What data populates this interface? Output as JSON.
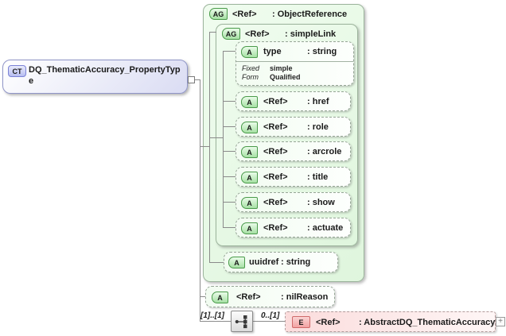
{
  "colors": {
    "group_fill": "#e3f8e2",
    "group_border": "#9cb49c",
    "attr_dashed_border": "#97a697",
    "badge_green_border": "#4a9a4a",
    "badge_purple_border": "#7b82d6",
    "badge_red_border": "#cf6a6a",
    "complex_type_fill": "#dadcf3",
    "element_fill": "#fbdcdc",
    "line": "#8a8a8a"
  },
  "complex_type": {
    "badge": "CT",
    "name": "DQ_ThematicAccuracy_PropertyType"
  },
  "object_reference": {
    "badge": "AG",
    "ref": "<Ref>",
    "type_label": ": ObjectReference",
    "simple_link": {
      "badge": "AG",
      "ref": "<Ref>",
      "type_label": ": simpleLink",
      "attributes": [
        {
          "badge": "A",
          "name": "type",
          "type_label": ": string",
          "facets": [
            {
              "label": "Fixed",
              "value": "simple"
            },
            {
              "label": "Form",
              "value": "Qualified"
            }
          ]
        },
        {
          "badge": "A",
          "name": "<Ref>",
          "type_label": ": href"
        },
        {
          "badge": "A",
          "name": "<Ref>",
          "type_label": ": role"
        },
        {
          "badge": "A",
          "name": "<Ref>",
          "type_label": ": arcrole"
        },
        {
          "badge": "A",
          "name": "<Ref>",
          "type_label": ": title"
        },
        {
          "badge": "A",
          "name": "<Ref>",
          "type_label": ": show"
        },
        {
          "badge": "A",
          "name": "<Ref>",
          "type_label": ": actuate"
        }
      ]
    },
    "uuidref": {
      "badge": "A",
      "name": "uuidref",
      "type_label": ": string"
    }
  },
  "nil_reason": {
    "badge": "A",
    "ref": "<Ref>",
    "type_label": ": nilReason"
  },
  "sequence": {
    "cardinality": "[1]..[1]",
    "icon": "sequence-icon"
  },
  "element": {
    "badge": "E",
    "cardinality": "0..[1]",
    "ref": "<Ref>",
    "type_label": ": AbstractDQ_ThematicAccuracy",
    "expand": "+"
  }
}
